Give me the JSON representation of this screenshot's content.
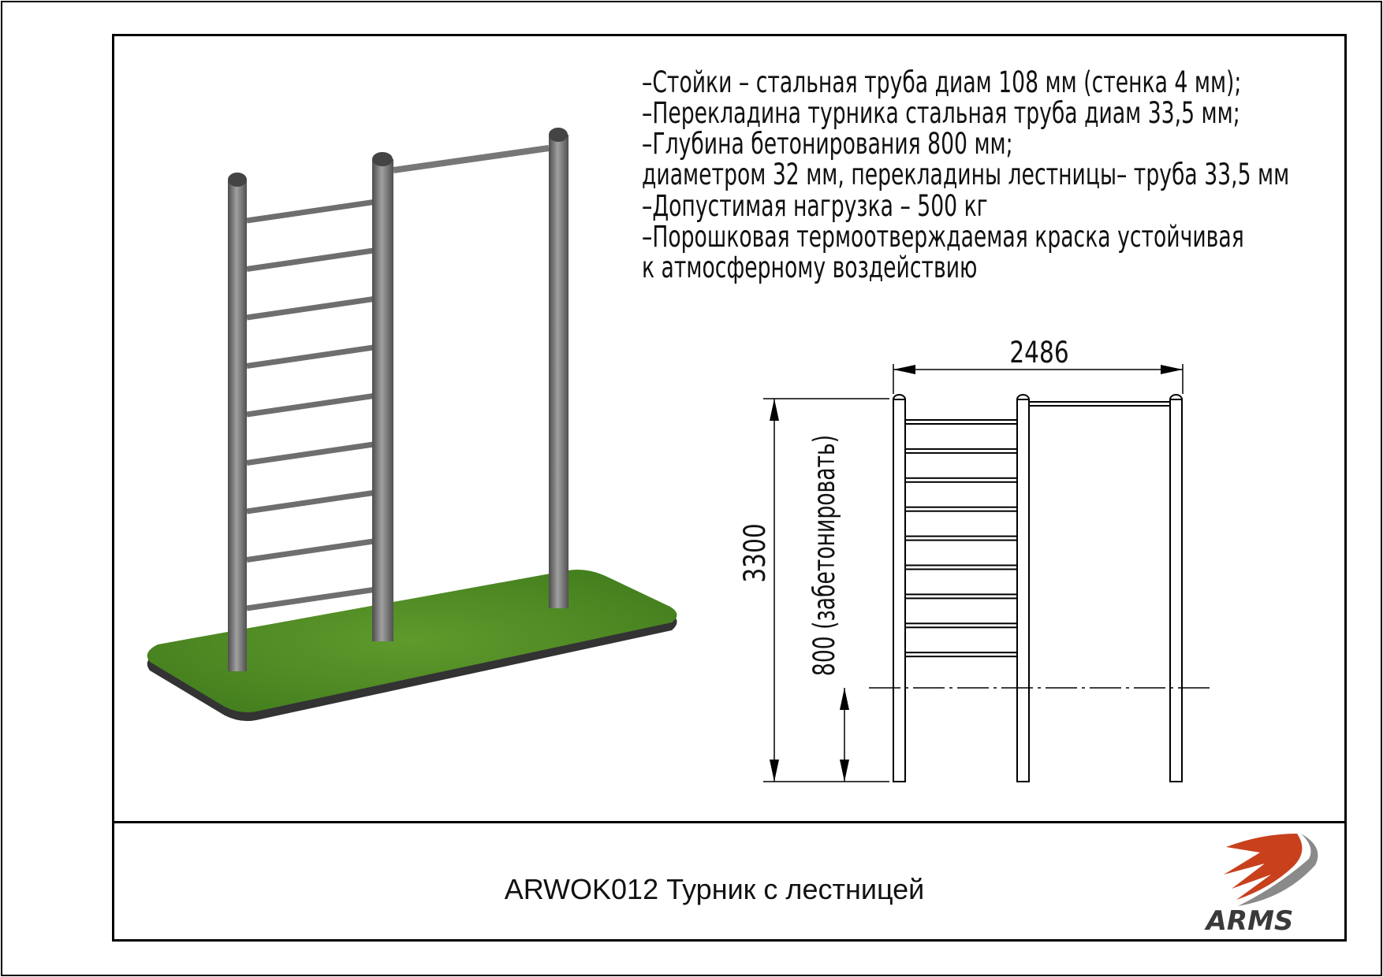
{
  "specs": [
    "–Стойки – стальная труба диам 108 мм (стенка 4 мм);",
    "–Перекладина турника стальная труба диам 33,5 мм;",
    "–Глубина бетонирования 800 мм;",
    "диаметром 32 мм, перекладины лестницы– труба 33,5 мм",
    "–Допустимая нагрузка – 500 кг",
    "–Порошковая термоотверждаемая краска устойчивая",
    "к атмосферному воздействию"
  ],
  "dimensions": {
    "width": "2486",
    "height": "3300",
    "depth": "800 (забетонировать)"
  },
  "title": "ARWOK012 Турник с лестницей",
  "logo": {
    "text": "ARMS",
    "colors": {
      "red": "#c8401c",
      "gray": "#8a8a8a",
      "dark": "#3a3a3a"
    }
  }
}
